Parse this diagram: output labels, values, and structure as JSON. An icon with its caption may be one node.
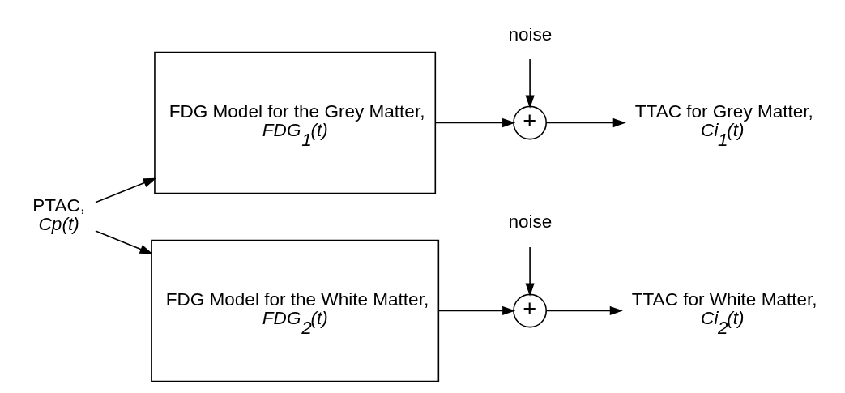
{
  "diagram": {
    "nodes": [
      {
        "text": [
          "PTAC,",
          "*Cp(t)*"
        ]
      },
      {
        "text": [
          "FDG Model for the Grey Matter,",
          "*FDG$_{1}$(t)*"
        ]
      },
      {
        "text": [
          "FDG Model for the White Matter,",
          "*FDG$_{2}$(t)*"
        ]
      },
      {
        "text": [
          "noise"
        ]
      },
      {
        "text": [
          "+"
        ]
      },
      {
        "text": [
          "TTAC for Grey Matter,",
          "*Ci$_{1}$(t)*"
        ]
      },
      {
        "text": [
          "noise"
        ]
      },
      {
        "text": [
          "+"
        ]
      },
      {
        "text": [
          "TTAC for White Matter,",
          "*Ci$_{2}$(t)*"
        ]
      }
    ],
    "edges": [
      {
        "from": 0,
        "to": 1,
        "arrow": "to"
      },
      {
        "from": 0,
        "to": 2,
        "arrow": "to"
      },
      {
        "from": 1,
        "to": 4,
        "arrow": "to"
      },
      {
        "from": 3,
        "to": 4,
        "arrow": "to"
      },
      {
        "from": 4,
        "to": 5,
        "arrow": "to"
      },
      {
        "from": 2,
        "to": 7,
        "arrow": "to"
      },
      {
        "from": 6,
        "to": 7,
        "arrow": "to"
      },
      {
        "from": 7,
        "to": 8,
        "arrow": "to"
      }
    ]
  }
}
